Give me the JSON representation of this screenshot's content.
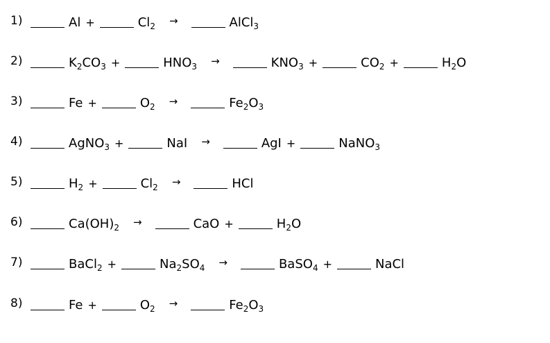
{
  "equations": [
    {
      "number": "1)",
      "reactants": [
        {
          "symbol": [
            "Al"
          ]
        },
        {
          "symbol": [
            "Cl",
            {
              "sub": "2"
            }
          ]
        }
      ],
      "arrow": "→",
      "products": [
        {
          "symbol": [
            "AlCl",
            {
              "sub": "3"
            }
          ]
        }
      ]
    },
    {
      "number": "2)",
      "reactants": [
        {
          "symbol": [
            "K",
            {
              "sub": "2"
            },
            "CO",
            {
              "sub": "3"
            }
          ]
        },
        {
          "symbol": [
            "HNO",
            {
              "sub": "3"
            }
          ]
        }
      ],
      "arrow": "→",
      "products": [
        {
          "symbol": [
            "KNO",
            {
              "sub": "3"
            }
          ]
        },
        {
          "symbol": [
            "CO",
            {
              "sub": "2"
            }
          ]
        },
        {
          "symbol": [
            "H",
            {
              "sub": "2"
            },
            "O"
          ]
        }
      ]
    },
    {
      "number": "3)",
      "reactants": [
        {
          "symbol": [
            "Fe"
          ]
        },
        {
          "symbol": [
            "O",
            {
              "sub": "2"
            }
          ]
        }
      ],
      "arrow": "→",
      "products": [
        {
          "symbol": [
            "Fe",
            {
              "sub": "2"
            },
            "O",
            {
              "sub": "3"
            }
          ]
        }
      ]
    },
    {
      "number": "4)",
      "reactants": [
        {
          "symbol": [
            "AgNO",
            {
              "sub": "3"
            }
          ]
        },
        {
          "symbol": [
            "NaI"
          ]
        }
      ],
      "arrow": "→",
      "products": [
        {
          "symbol": [
            "AgI"
          ]
        },
        {
          "symbol": [
            "NaNO",
            {
              "sub": "3"
            }
          ]
        }
      ]
    },
    {
      "number": "5)",
      "reactants": [
        {
          "symbol": [
            "H",
            {
              "sub": "2"
            }
          ]
        },
        {
          "symbol": [
            "Cl",
            {
              "sub": "2"
            }
          ]
        }
      ],
      "arrow": "→",
      "products": [
        {
          "symbol": [
            "HCl"
          ]
        }
      ]
    },
    {
      "number": "6)",
      "reactants": [
        {
          "symbol": [
            "Ca(OH)",
            {
              "sub": "2"
            }
          ]
        }
      ],
      "arrow": "→",
      "products": [
        {
          "symbol": [
            "CaO"
          ]
        },
        {
          "symbol": [
            "H",
            {
              "sub": "2"
            },
            "O"
          ]
        }
      ]
    },
    {
      "number": "7)",
      "reactants": [
        {
          "symbol": [
            "BaCl",
            {
              "sub": "2"
            }
          ]
        },
        {
          "symbol": [
            "Na",
            {
              "sub": "2"
            },
            "SO",
            {
              "sub": "4"
            }
          ]
        }
      ],
      "arrow": "→",
      "products": [
        {
          "symbol": [
            "BaSO",
            {
              "sub": "4"
            }
          ]
        },
        {
          "symbol": [
            "NaCl"
          ]
        }
      ]
    },
    {
      "number": "8)",
      "reactants": [
        {
          "symbol": [
            "Fe"
          ]
        },
        {
          "symbol": [
            "O",
            {
              "sub": "2"
            }
          ]
        }
      ],
      "arrow": "→",
      "products": [
        {
          "symbol": [
            "Fe",
            {
              "sub": "2"
            },
            "O",
            {
              "sub": "3"
            }
          ]
        }
      ]
    }
  ],
  "plus_sign": "+"
}
